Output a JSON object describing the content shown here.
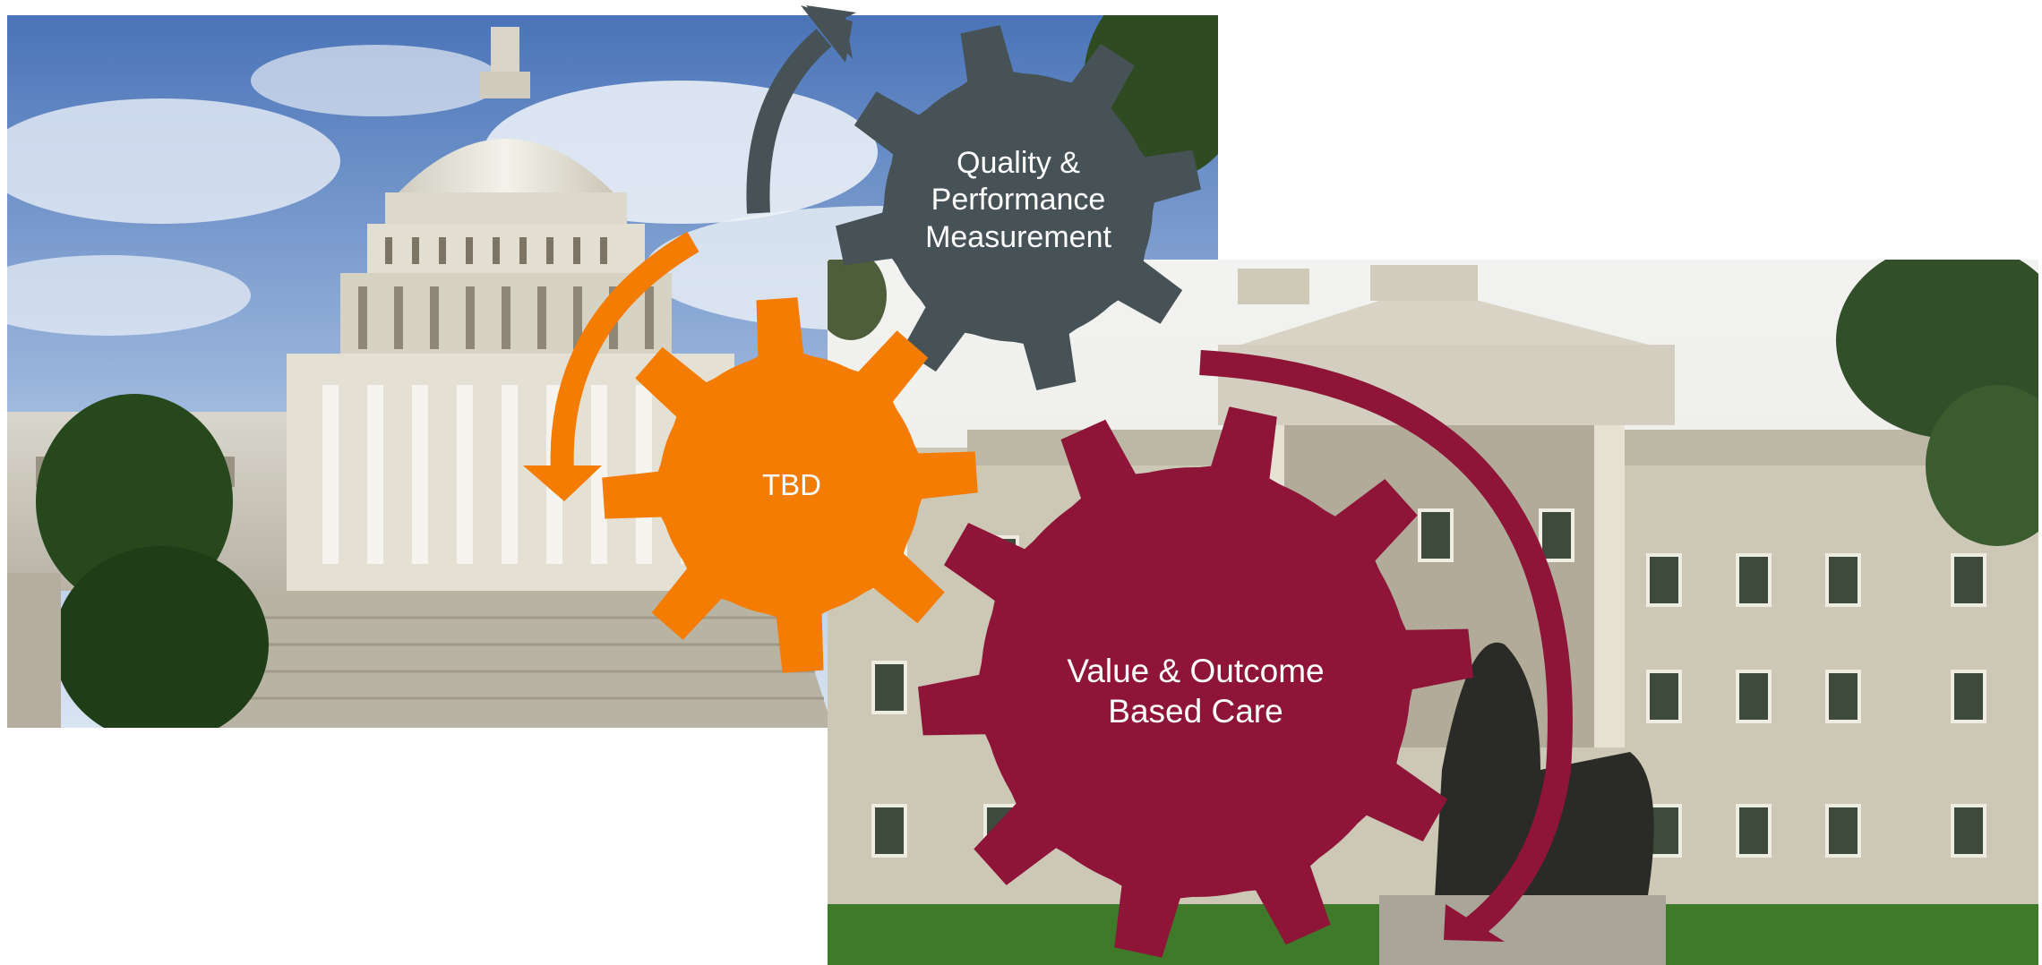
{
  "gears": {
    "quality": {
      "label_line1": "Quality &",
      "label_line2": "Performance",
      "label_line3": "Measurement",
      "color": "#475257"
    },
    "tbd": {
      "label": "TBD",
      "color": "#F47C00"
    },
    "value": {
      "label_line1": "Value & Outcome",
      "label_line2": "Based Care",
      "color": "#8E1538"
    }
  },
  "arrows": {
    "dark_color": "#475257",
    "orange_color": "#F47C00",
    "maroon_color": "#8E1538"
  },
  "photos": {
    "left": "us-capitol-building-photo",
    "right": "state-capitol-building-photo"
  }
}
